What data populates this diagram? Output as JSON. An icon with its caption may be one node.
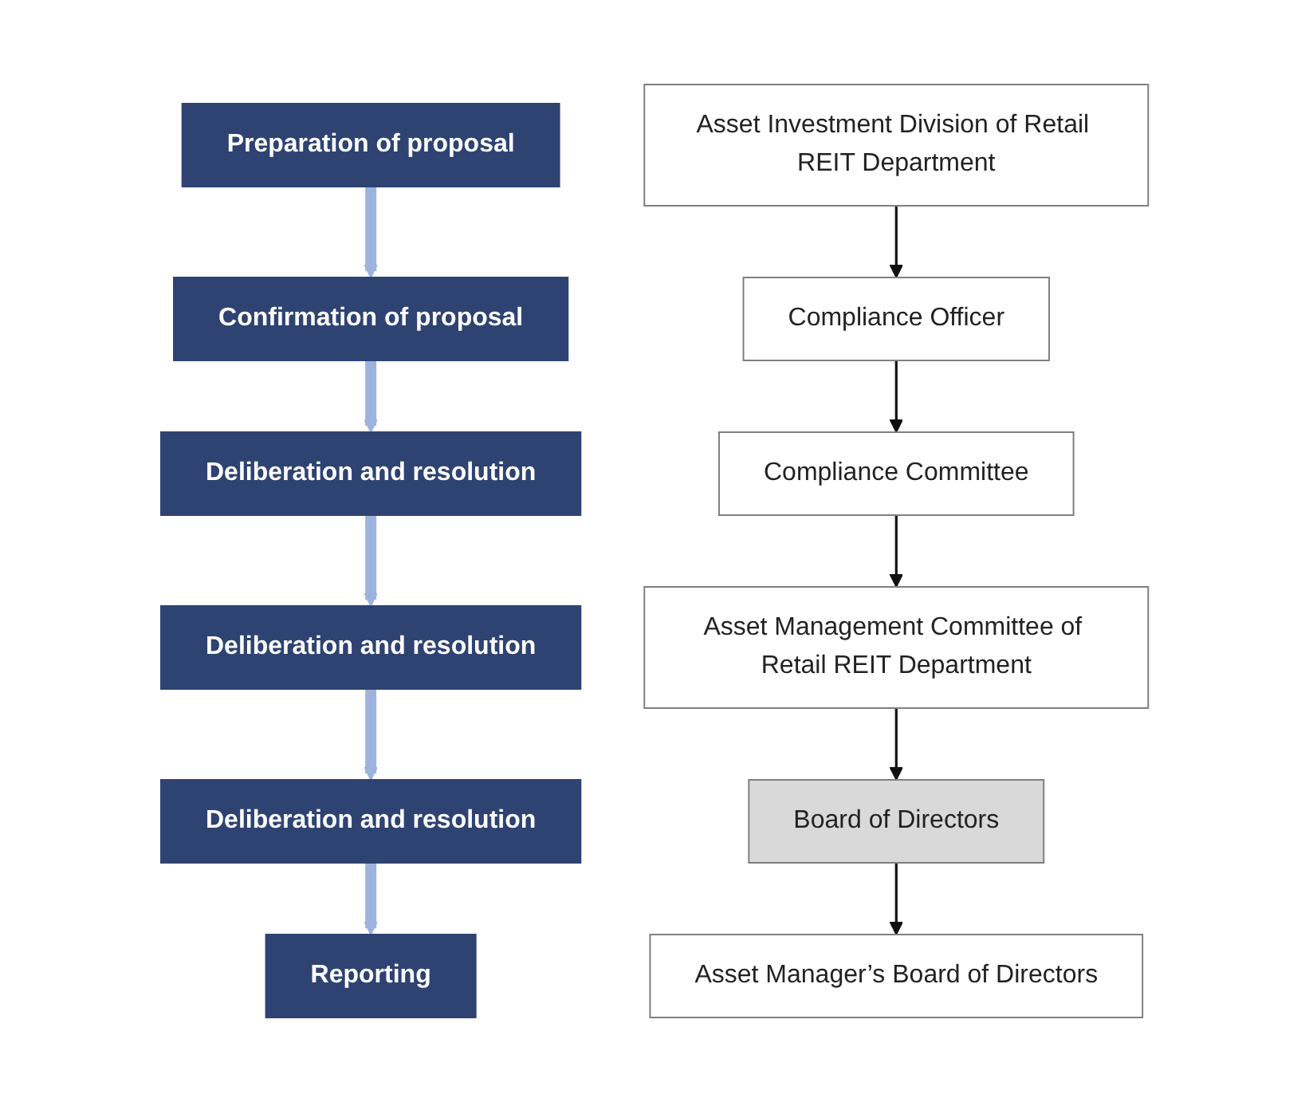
{
  "diagram": {
    "nodes": [
      {
        "text": [
          "Preparation of proposal"
        ]
      },
      {
        "text": [
          "Asset Investment Division of Retail REIT Department"
        ]
      },
      {
        "text": [
          "Confirmation of proposal"
        ]
      },
      {
        "text": [
          "Compliance Officer"
        ]
      },
      {
        "text": [
          "Deliberation and resolution"
        ]
      },
      {
        "text": [
          "Compliance Committee"
        ]
      },
      {
        "text": [
          "Deliberation and resolution"
        ]
      },
      {
        "text": [
          "Asset Management Committee of Retail REIT Department"
        ]
      },
      {
        "text": [
          "Deliberation and resolution"
        ]
      },
      {
        "text": [
          "Board of Directors"
        ]
      },
      {
        "text": [
          "Reporting"
        ]
      },
      {
        "text": [
          "Asset Manager’s Board of Directors"
        ]
      }
    ],
    "edges": [
      {
        "from": 0,
        "to": 2,
        "arrow": "to",
        "style": "thick",
        "color": "#9db3de"
      },
      {
        "from": 2,
        "to": 4,
        "arrow": "to",
        "style": "thick",
        "color": "#9db3de"
      },
      {
        "from": 4,
        "to": 6,
        "arrow": "to",
        "style": "thick",
        "color": "#9db3de"
      },
      {
        "from": 6,
        "to": 8,
        "arrow": "to",
        "style": "thick",
        "color": "#9db3de"
      },
      {
        "from": 8,
        "to": 10,
        "arrow": "to",
        "style": "thick",
        "color": "#9db3de"
      },
      {
        "from": 1,
        "to": 3,
        "arrow": "to",
        "color": "#111111"
      },
      {
        "from": 3,
        "to": 5,
        "arrow": "to",
        "color": "#111111"
      },
      {
        "from": 5,
        "to": 7,
        "arrow": "to",
        "color": "#111111"
      },
      {
        "from": 7,
        "to": 9,
        "arrow": "to",
        "color": "#111111"
      },
      {
        "from": 9,
        "to": 11,
        "arrow": "to",
        "color": "#111111"
      }
    ]
  }
}
